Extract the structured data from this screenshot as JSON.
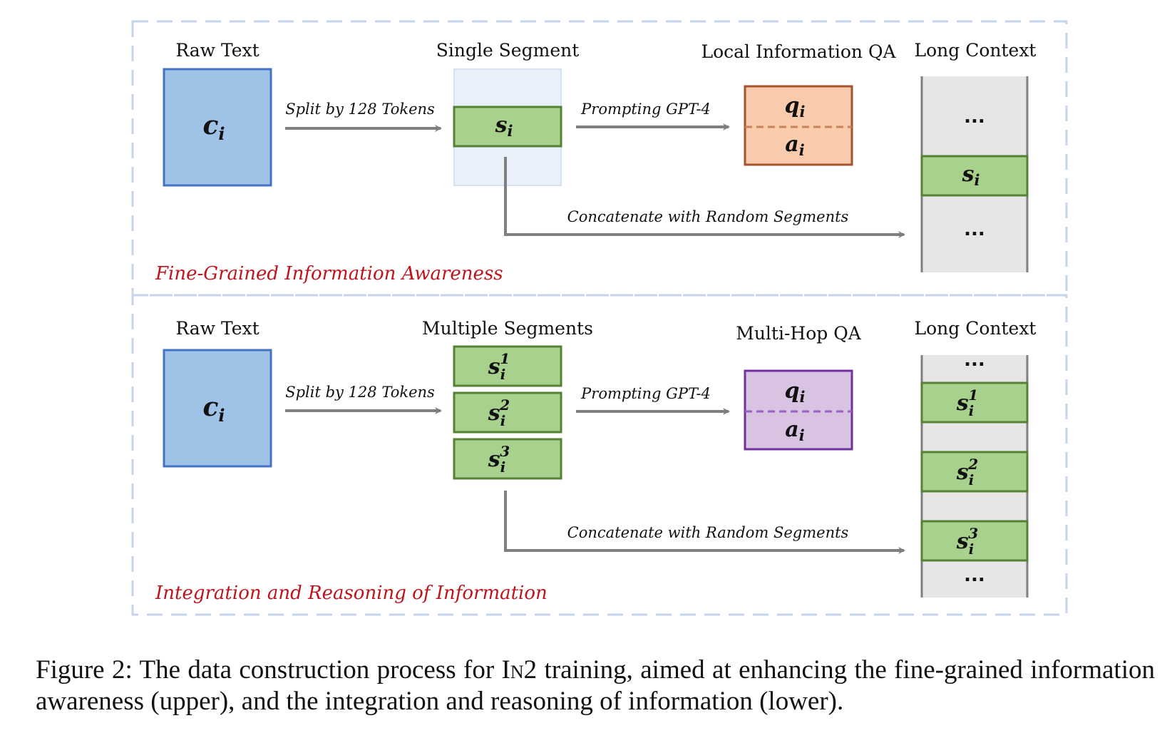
{
  "upper": {
    "raw_text_label": "Raw Text",
    "raw_symbol": "c",
    "raw_sub": "i",
    "split_label": "Split by 128 Tokens",
    "segment_label": "Single Segment",
    "segment_symbol": "s",
    "segment_sub": "i",
    "prompt_label": "Prompting GPT-4",
    "qa_label": "Local Information QA",
    "q_symbol": "q",
    "a_symbol": "a",
    "qa_sub": "i",
    "context_label": "Long Context",
    "ellipsis": "...",
    "concat_label": "Concatenate with Random Segments",
    "section_title": "Fine-Grained Information Awareness"
  },
  "lower": {
    "raw_text_label": "Raw Text",
    "raw_symbol": "c",
    "raw_sub": "i",
    "split_label": "Split by 128 Tokens",
    "segment_label": "Multiple Segments",
    "segment_symbol": "s",
    "segment_sub": "i",
    "segment_sup": [
      "1",
      "2",
      "3"
    ],
    "prompt_label": "Prompting GPT-4",
    "qa_label": "Multi-Hop QA",
    "q_symbol": "q",
    "a_symbol": "a",
    "qa_sub": "i",
    "context_label": "Long Context",
    "ellipsis": "...",
    "concat_label": "Concatenate with Random Segments",
    "section_title": "Integration and Reasoning of Information"
  },
  "caption": {
    "prefix": "Figure 2:  The data construction process for ",
    "in2_a": "I",
    "in2_b": "n",
    "in2_c": "2",
    "suffix": " training, aimed at enhancing the fine-grained information awareness (upper), and the integration and reasoning of information (lower)."
  },
  "colors": {
    "raw_fill": "#9fc3e7",
    "raw_stroke": "#4472c4",
    "seg_fill": "#a9d18e",
    "seg_stroke": "#548235",
    "single_bg": "#e9f0fa",
    "qa_local_fill": "#f7cbac",
    "qa_local_stroke": "#a5532a",
    "qa_multi_fill": "#d9c3e3",
    "qa_multi_stroke": "#7030a0",
    "context_fill": "#e7e6e6",
    "context_stroke": "#7f7f7f",
    "arrow": "#7f7f7f",
    "frame": "#c6d4ec",
    "section_title": "#c0141c"
  }
}
